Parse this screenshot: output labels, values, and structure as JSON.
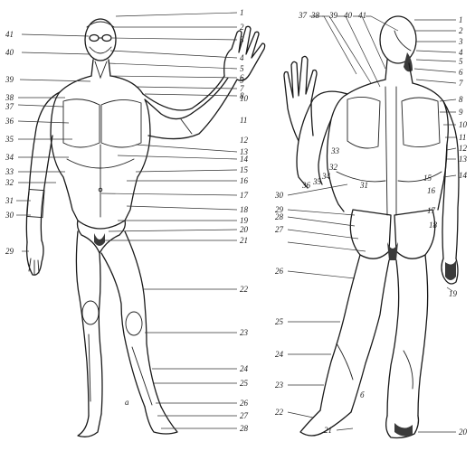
{
  "colors": {
    "ink": "#1a1a1a",
    "paper": "#ffffff"
  },
  "figure_letters": {
    "front": "a",
    "back": "б"
  },
  "front_right_labels": [
    "1",
    "2",
    "3",
    "4",
    "5",
    "6",
    "7",
    "8",
    "9",
    "10",
    "11",
    "12",
    "13",
    "14",
    "15",
    "16",
    "17",
    "18",
    "19",
    "20",
    "21",
    "22",
    "23",
    "24",
    "25",
    "26",
    "27",
    "28"
  ],
  "front_left_labels": [
    "41",
    "40",
    "39",
    "38",
    "37",
    "36",
    "35",
    "34",
    "33",
    "32",
    "31",
    "30",
    "29"
  ],
  "back_top_labels": [
    "37",
    "38",
    "39",
    "40",
    "41"
  ],
  "back_right_labels": [
    "1",
    "2",
    "3",
    "4",
    "5",
    "6",
    "7",
    "8",
    "9",
    "10",
    "11",
    "12",
    "13",
    "14",
    "15",
    "16",
    "17",
    "18",
    "19",
    "20"
  ],
  "back_inner_labels": [
    "31",
    "32",
    "33",
    "34",
    "35",
    "36",
    "17",
    "16",
    "15"
  ],
  "back_left_labels": [
    "30",
    "29",
    "28",
    "27",
    "26",
    "25",
    "24",
    "23",
    "22",
    "21"
  ]
}
